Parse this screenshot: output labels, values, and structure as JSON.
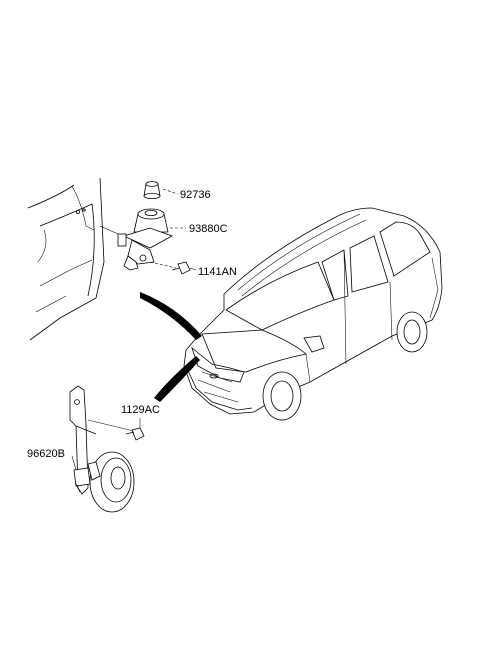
{
  "parts": [
    {
      "id": "p1",
      "number": "92736"
    },
    {
      "id": "p2",
      "number": "93880C"
    },
    {
      "id": "p3",
      "number": "1141AN"
    },
    {
      "id": "p4",
      "number": "1129AC"
    },
    {
      "id": "p5",
      "number": "96620B"
    }
  ]
}
